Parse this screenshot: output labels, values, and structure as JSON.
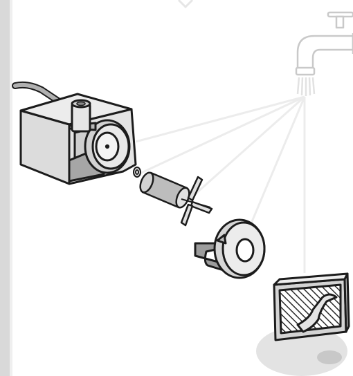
{
  "diagram": {
    "components": [
      {
        "name": "pump-body",
        "icon": "pump-icon"
      },
      {
        "name": "washer",
        "icon": "washer-icon"
      },
      {
        "name": "impeller",
        "icon": "impeller-icon"
      },
      {
        "name": "impeller-cover",
        "icon": "impeller-cover-icon"
      },
      {
        "name": "intake-grill",
        "icon": "intake-grill-icon"
      },
      {
        "name": "faucet",
        "icon": "faucet-icon"
      }
    ],
    "colors": {
      "rail": "#d9d9d9",
      "outline": "#1c1c1c",
      "body_light": "#e8e8e8",
      "body_mid": "#cfcfcf",
      "body_dark": "#a9a9a9",
      "rays": "#ececec",
      "faucet_outline": "#c9c9c9",
      "shadow": "#e1e1e1"
    }
  }
}
